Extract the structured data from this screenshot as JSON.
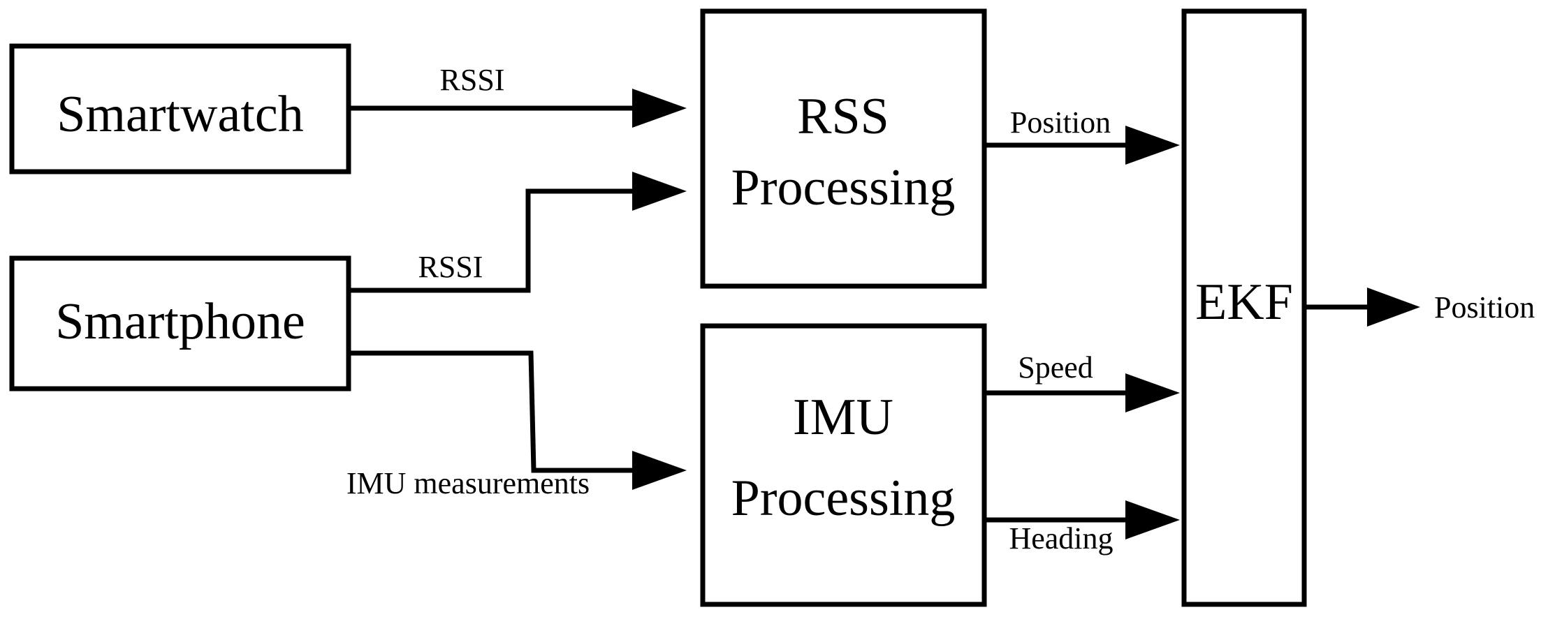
{
  "nodes": {
    "smartwatch": "Smartwatch",
    "smartphone": "Smartphone",
    "rss_processing": [
      "RSS",
      "Processing"
    ],
    "imu_processing": [
      "IMU",
      "Processing"
    ],
    "ekf": "EKF"
  },
  "edges": {
    "smartwatch_to_rss": "RSSI",
    "smartphone_to_rss": "RSSI",
    "smartphone_to_imu": "IMU measurements",
    "rss_to_ekf": "Position",
    "imu_to_ekf_speed": "Speed",
    "imu_to_ekf_heading": "Heading",
    "ekf_output": "Position"
  },
  "colors": {
    "stroke": "#000000",
    "background": "#ffffff"
  }
}
